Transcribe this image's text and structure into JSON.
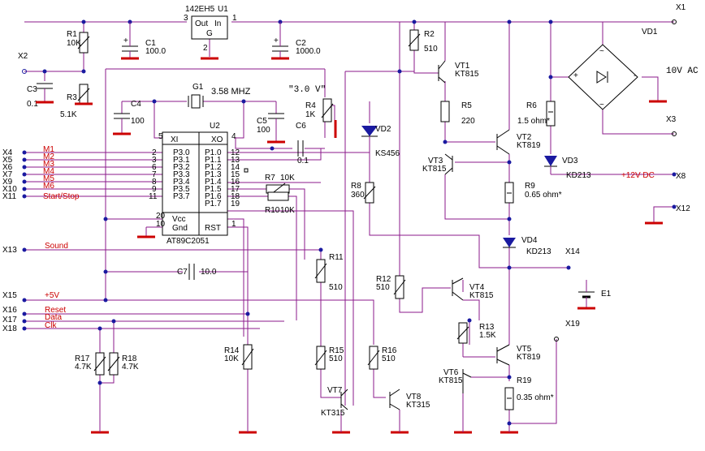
{
  "ic_u1": {
    "type": "142EH5",
    "ref": "U1",
    "out": "Out",
    "in": "In",
    "gnd": "G",
    "pin_in": "1",
    "pin_out": "3",
    "pin_gnd": "2"
  },
  "ic_u2": {
    "ref": "U2",
    "name": "AT89C2051",
    "xi": "XI",
    "xo": "XO",
    "vcc": "Vcc",
    "gnd": "Gnd",
    "rst": "RST",
    "pin_xi": "5",
    "pin_xo": "4",
    "pin_vcc": "20",
    "pin_gnd": "10",
    "pin_rst": "1",
    "left_pins": [
      {
        "num": "2",
        "name": "P3.0"
      },
      {
        "num": "3",
        "name": "P3.1"
      },
      {
        "num": "6",
        "name": "P3.2"
      },
      {
        "num": "7",
        "name": "P3.3"
      },
      {
        "num": "8",
        "name": "P3.4"
      },
      {
        "num": "9",
        "name": "P3.5"
      },
      {
        "num": "11",
        "name": "P3.7"
      }
    ],
    "right_pins": [
      {
        "num": "12",
        "name": "P1.0"
      },
      {
        "num": "13",
        "name": "P1.1"
      },
      {
        "num": "14",
        "name": "P1.2"
      },
      {
        "num": "15",
        "name": "P1.3"
      },
      {
        "num": "16",
        "name": "P1.4"
      },
      {
        "num": "17",
        "name": "P1.5"
      },
      {
        "num": "18",
        "name": "P1.6"
      },
      {
        "num": "19",
        "name": "P1.7"
      }
    ]
  },
  "crystal": {
    "ref": "G1",
    "freq": "3.58 MHZ"
  },
  "resistors": {
    "r1": {
      "ref": "R1",
      "val": "10K"
    },
    "r2": {
      "ref": "R2",
      "val": "510"
    },
    "r3": {
      "ref": "R3",
      "val": "5.1K"
    },
    "r4": {
      "ref": "R4",
      "val": "1K"
    },
    "r4_note": "\"3.0 V\"",
    "r5": {
      "ref": "R5",
      "val": "220"
    },
    "r6": {
      "ref": "R6",
      "val": "1.5 ohm*"
    },
    "r7": {
      "ref": "R7",
      "val": "10K"
    },
    "r8": {
      "ref": "R8",
      "val": "360"
    },
    "r9": {
      "ref": "R9",
      "val": "0.65 ohm*"
    },
    "r10": {
      "ref": "R10",
      "val": "10K"
    },
    "r11": {
      "ref": "R11",
      "val": "510"
    },
    "r12": {
      "ref": "R12",
      "val": "510"
    },
    "r13": {
      "ref": "R13",
      "val": "1.5K"
    },
    "r14": {
      "ref": "R14",
      "val": "10K"
    },
    "r15": {
      "ref": "R15",
      "val": "510"
    },
    "r16": {
      "ref": "R16",
      "val": "510"
    },
    "r17": {
      "ref": "R17",
      "val": "4.7K"
    },
    "r18": {
      "ref": "R18",
      "val": "4.7K"
    },
    "r19": {
      "ref": "R19",
      "val": "0.35 ohm*"
    }
  },
  "capacitors": {
    "c1": {
      "ref": "C1",
      "val": "100.0"
    },
    "c2": {
      "ref": "C2",
      "val": "1000.0"
    },
    "c3": {
      "ref": "C3",
      "val": "0.1"
    },
    "c4": {
      "ref": "C4",
      "val": "100"
    },
    "c5": {
      "ref": "C5",
      "val": "100"
    },
    "c6": {
      "ref": "C6",
      "val": "0.1"
    },
    "c7": {
      "ref": "C7",
      "val": "10.0"
    }
  },
  "transistors": {
    "vt1": {
      "ref": "VT1",
      "type": "KT815"
    },
    "vt2": {
      "ref": "VT2",
      "type": "KT819"
    },
    "vt3": {
      "ref": "VT3",
      "type": "KT815"
    },
    "vt4": {
      "ref": "VT4",
      "type": "KT815"
    },
    "vt5": {
      "ref": "VT5",
      "type": "KT819"
    },
    "vt6": {
      "ref": "VT6",
      "type": "KT815"
    },
    "vt7": {
      "ref": "VT7",
      "type": "KT315"
    },
    "vt8": {
      "ref": "VT8",
      "type": "KT315"
    }
  },
  "diodes": {
    "vd1": {
      "ref": "VD1"
    },
    "vd2": {
      "ref": "VD2",
      "type": "KS456"
    },
    "vd3": {
      "ref": "VD3",
      "type": "KD213"
    },
    "vd4": {
      "ref": "VD4",
      "type": "KD213"
    }
  },
  "battery": {
    "ref": "E1"
  },
  "supply": {
    "ac": "10V AC",
    "dc": "+12V DC",
    "plus": "+",
    "minus": "-",
    "tilde": "~"
  },
  "connectors": {
    "x1": "X1",
    "x2": "X2",
    "x3": "X3",
    "x4": "X4",
    "x5": "X5",
    "x6": "X6",
    "x7": "X7",
    "x8": "X8",
    "x9": "X9",
    "x10": "X10",
    "x11": "X11",
    "x12": "X12",
    "x13": "X13",
    "x14": "X14",
    "x15": "X15",
    "x16": "X16",
    "x17": "X17",
    "x18": "X18",
    "x19": "X19"
  },
  "nets": {
    "m1": "M1",
    "m2": "M2",
    "m3": "M3",
    "m4": "M4",
    "m5": "M5",
    "m6": "M6",
    "start_stop": "Start/Stop",
    "sound": "Sound",
    "v5": "+5V",
    "reset": "Reset",
    "data": "Data",
    "clk": "Clk"
  },
  "colors": {
    "wire": "#8b1a8b",
    "net_label": "#cc0000",
    "ground": "#cc0000",
    "node": "#1a1aa0"
  }
}
